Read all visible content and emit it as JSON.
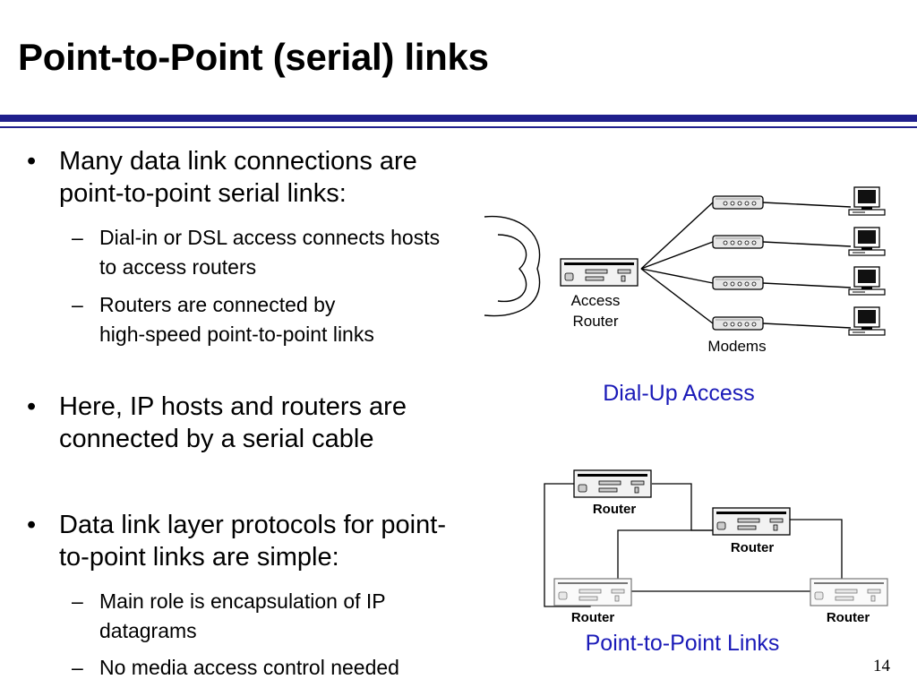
{
  "slide": {
    "title": "Point-to-Point (serial) links",
    "number": "14"
  },
  "bullets": [
    {
      "text_lines": [
        "Many data link connections are",
        "point-to-point serial links:"
      ],
      "sub": [
        {
          "text_lines": [
            "Dial-in or DSL access connects hosts",
            "to access routers"
          ]
        },
        {
          "text_lines": [
            "Routers are connected by",
            "high-speed point-to-point links"
          ]
        }
      ]
    },
    {
      "text_lines": [
        "Here, IP hosts and routers are",
        "connected by a serial cable"
      ],
      "sub": []
    },
    {
      "text_lines": [
        "Data link layer protocols for point-",
        "to-point links are simple:"
      ],
      "sub": [
        {
          "text_lines": [
            "Main role is encapsulation of IP",
            "datagrams"
          ]
        },
        {
          "text_lines": [
            "No media access control needed"
          ]
        }
      ]
    }
  ],
  "markers": {
    "bullet": "•",
    "dash": "–"
  },
  "diagram_dialup": {
    "caption": "Dial-Up Access",
    "access_router_label_line1": "Access",
    "access_router_label_line2": "Router",
    "modems_label": "Modems"
  },
  "diagram_p2p": {
    "caption": "Point-to-Point Links",
    "router_label": "Router"
  },
  "colors": {
    "title_rule": "#1f1f8c",
    "caption_blue": "#1a1ab8"
  }
}
